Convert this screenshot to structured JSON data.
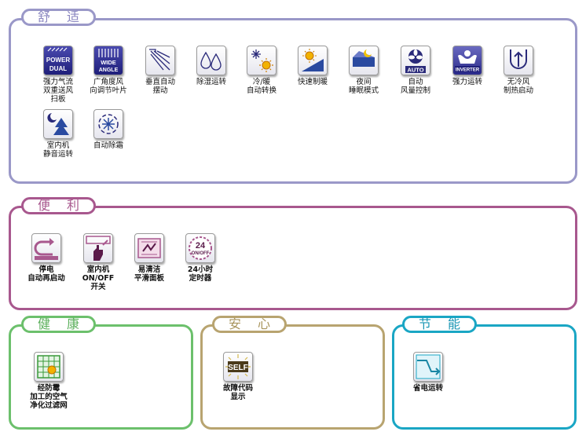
{
  "sections": {
    "comfort": {
      "title": "舒 适",
      "color": "#9a98c8",
      "items": [
        {
          "icon": "power-dual-icon",
          "lines": [
            "强力气流",
            "双重送风",
            "扫板"
          ]
        },
        {
          "icon": "wide-angle-icon",
          "lines": [
            "广角度风",
            "向调节叶片"
          ]
        },
        {
          "icon": "vertical-swing-icon",
          "lines": [
            "垂直自动",
            "摆动"
          ]
        },
        {
          "icon": "dehumidify-icon",
          "lines": [
            "除湿运转"
          ]
        },
        {
          "icon": "cool-heat-switch-icon",
          "lines": [
            "冷/暖",
            "自动转换"
          ]
        },
        {
          "icon": "fast-heat-icon",
          "lines": [
            "快速制暖"
          ]
        },
        {
          "icon": "night-sleep-icon",
          "lines": [
            "夜间",
            "睡眠模式"
          ]
        },
        {
          "icon": "auto-fan-icon",
          "lines": [
            "自动",
            "风量控制"
          ]
        },
        {
          "icon": "inverter-icon",
          "lines": [
            "强力运转"
          ]
        },
        {
          "icon": "no-cold-wind-icon",
          "lines": [
            "无冷风",
            "制热启动"
          ]
        },
        {
          "icon": "quiet-indoor-icon",
          "lines": [
            "室内机",
            "静音运转"
          ]
        },
        {
          "icon": "auto-defrost-icon",
          "lines": [
            "自动除霜"
          ]
        }
      ]
    },
    "convenience": {
      "title": "便 利",
      "color": "#a8588e",
      "items": [
        {
          "icon": "auto-restart-icon",
          "lines": [
            "停电",
            "自动再启动"
          ]
        },
        {
          "icon": "onoff-switch-icon",
          "lines": [
            "室内机",
            "ON/OFF",
            "开关"
          ]
        },
        {
          "icon": "easy-clean-panel-icon",
          "lines": [
            "易清洁",
            "平滑面板"
          ]
        },
        {
          "icon": "timer-24h-icon",
          "lines": [
            "24小时",
            "定时器"
          ]
        }
      ]
    },
    "health": {
      "title": "健 康",
      "color": "#6cc06c",
      "items": [
        {
          "icon": "anti-mold-filter-icon",
          "lines": [
            "经防霉",
            "加工的空气",
            "净化过滤网"
          ]
        }
      ]
    },
    "safety": {
      "title": "安 心",
      "color": "#b8a470",
      "items": [
        {
          "icon": "self-diagnosis-icon",
          "lines": [
            "故障代码",
            "显示"
          ]
        }
      ]
    },
    "energy": {
      "title": "节 能",
      "color": "#1aa6c4",
      "items": [
        {
          "icon": "power-save-icon",
          "lines": [
            "省电运转"
          ]
        }
      ]
    }
  },
  "icon_text": {
    "power": "POWER",
    "dual": "DUAL",
    "wide": "WIDE",
    "angle": "ANGLE",
    "auto": "AUTO",
    "inverter": "INVERTER",
    "h24": "24",
    "onoff": "ON/OFF",
    "self": "SELF"
  }
}
